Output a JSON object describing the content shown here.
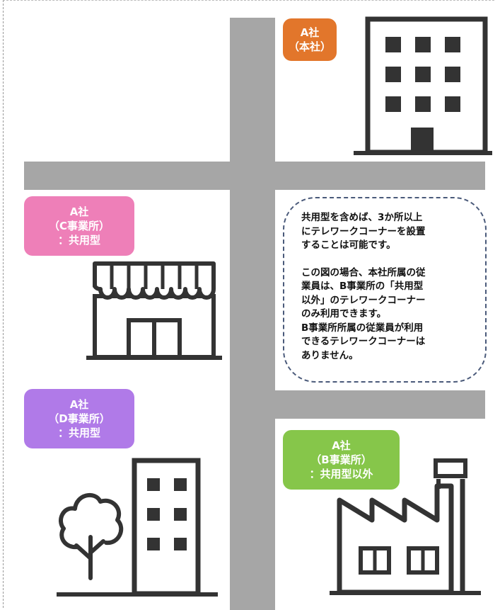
{
  "labels": {
    "a_head": {
      "line1": "A社",
      "line2": "（本社）",
      "color": "#e2762b"
    },
    "a_c": {
      "line1": "A社",
      "line2": "（C事業所）",
      "line3": "：共用型",
      "color": "#ee7fb8"
    },
    "a_d": {
      "line1": "A社",
      "line2": "（D事業所）",
      "line3": "：共用型",
      "color": "#b07ae8"
    },
    "a_b": {
      "line1": "A社",
      "line2": "（B事業所）",
      "line3": "：共用型以外",
      "color": "#86c64a"
    }
  },
  "note": {
    "para1": "共用型を含めば、3か所以上\nにテレワークコーナーを設置\nすることは可能です。",
    "para2": "この図の場合、本社所属の従\n業員は、B事業所の「共用型\n以外」のテレワークコーナー\nのみ利用できます。\nB事業所所属の従業員が利用\nできるテレワークコーナーは\nありません。"
  },
  "colors": {
    "road": "#a6a6a6",
    "icon": "#333333",
    "bubble_border": "#4a5a7a"
  }
}
